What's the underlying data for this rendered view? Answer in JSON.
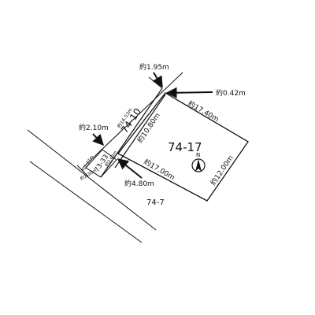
{
  "map": {
    "main_lot": "74-17",
    "strip_lot": "74-10",
    "small_lot": "73-33",
    "road_lot": "74-7",
    "north_letter": "N"
  },
  "measurements": {
    "frontage_top": "約1.95m",
    "corner_right": "約0.42m",
    "top_edge": "約17.40m",
    "strip_inner": "約10.80m",
    "strip_long": "約16.53m",
    "near_small": "約2.10m",
    "bottom_edge": "約17.00m",
    "right_edge": "約12.00m",
    "access_width": "約4.80m",
    "small_side_a": "約1.37m",
    "small_side_b": "約2.30m",
    "small_side_c": "約3.63m"
  }
}
